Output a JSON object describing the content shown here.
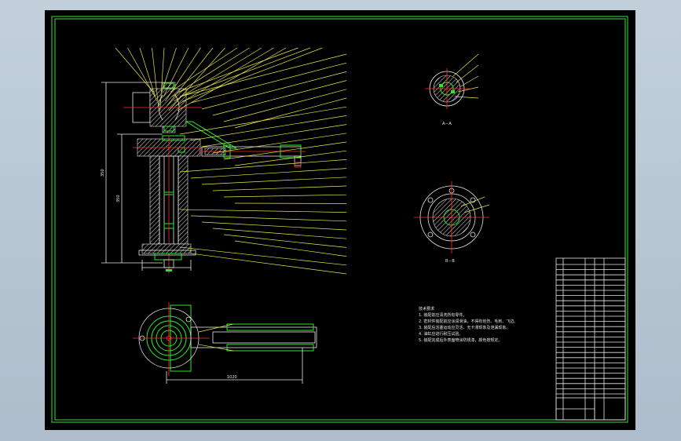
{
  "drawing": {
    "section_a_label": "A－A",
    "section_b_label": "B－B",
    "dimension_vertical_1": "350",
    "dimension_vertical_2": "350",
    "dimension_horizontal": "1020",
    "technical_requirements": [
      "技术要求",
      "1. 装配前应清洗所有零件。",
      "2. 密封件装配前应涂润滑油，不得有划伤、毛刺、飞边。",
      "3. 装配后活塞运动应灵活，无卡滞现象及泄漏现象。",
      "4. 油缸应进行耐压试验。",
      "5. 装配完成后外表面喷涂防锈漆，颜色按规定。"
    ]
  },
  "colors": {
    "sheet": "#000000",
    "frame": "#2ee82e",
    "lines": "#e8e84a",
    "outline": "#e6e6e6",
    "centerline": "#ff3030",
    "accent": "#29d6d6"
  }
}
